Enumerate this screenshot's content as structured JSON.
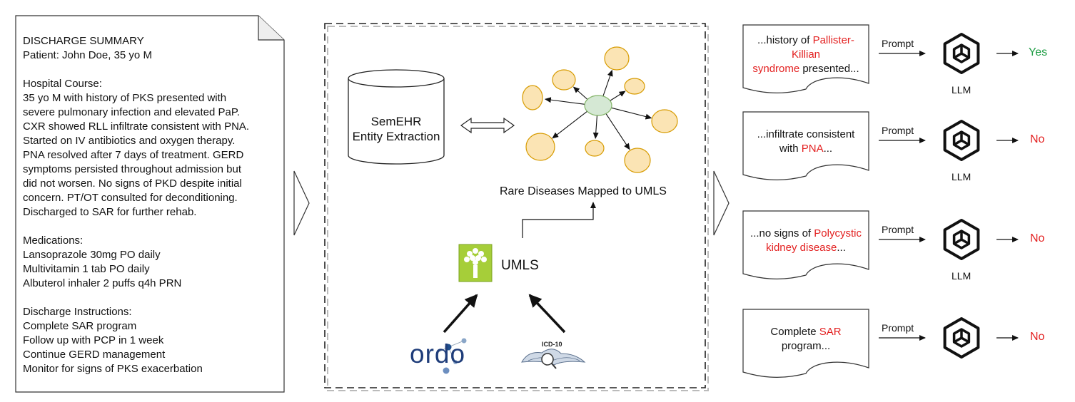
{
  "document": {
    "lines": [
      "DISCHARGE SUMMARY",
      "Patient: John Doe, 35 yo M",
      "",
      "Hospital Course:",
      "35 yo M with history of PKS presented with",
      "severe pulmonary infection and elevated PaP.",
      "CXR showed RLL infiltrate consistent with PNA.",
      "Started on IV antibiotics and oxygen therapy.",
      "PNA resolved after 7 days of treatment. GERD",
      "symptoms persisted throughout admission but",
      "did not worsen. No signs of PKD despite initial",
      "concern. PT/OT consulted for deconditioning.",
      "Discharged to SAR for further rehab.",
      "",
      "Medications:",
      "Lansoprazole 30mg PO daily",
      "Multivitamin 1 tab PO daily",
      "Albuterol inhaler 2 puffs q4h PRN",
      "",
      "Discharge Instructions:",
      "Complete SAR program",
      "Follow up with PCP in 1 week",
      "Continue GERD management",
      "Monitor for signs of PKS exacerbation"
    ]
  },
  "pipeline": {
    "semehr_line1": "SemEHR",
    "semehr_line2": "Entity Extraction",
    "graph_caption": "Rare Diseases Mapped to UMLS",
    "umls_label": "UMLS",
    "ordo_logo": "ordo",
    "icd_logo": "ICD-10"
  },
  "results": [
    {
      "lines": [
        [
          {
            "t": "...history of ",
            "c": "black"
          },
          {
            "t": "Pallister-",
            "c": "red"
          }
        ],
        [
          {
            "t": "Killian",
            "c": "red"
          }
        ],
        [
          {
            "t": "syndrome",
            "c": "red"
          },
          {
            "t": " presented...",
            "c": "black"
          }
        ]
      ],
      "prompt": "Prompt",
      "llm": "LLM",
      "answer": "Yes",
      "answer_color": "#1f9d45"
    },
    {
      "lines": [
        [
          {
            "t": "...infiltrate consistent",
            "c": "black"
          }
        ],
        [
          {
            "t": "with ",
            "c": "black"
          },
          {
            "t": "PNA",
            "c": "red"
          },
          {
            "t": "...",
            "c": "black"
          }
        ]
      ],
      "prompt": "Prompt",
      "llm": "LLM",
      "answer": "No",
      "answer_color": "#e32121"
    },
    {
      "lines": [
        [
          {
            "t": "...no signs of ",
            "c": "black"
          },
          {
            "t": "Polycystic",
            "c": "red"
          }
        ],
        [
          {
            "t": "kidney disease",
            "c": "red"
          },
          {
            "t": "...",
            "c": "black"
          }
        ]
      ],
      "prompt": "Prompt",
      "llm": "LLM",
      "answer": "No",
      "answer_color": "#e32121"
    },
    {
      "lines": [
        [
          {
            "t": "Complete ",
            "c": "black"
          },
          {
            "t": "SAR",
            "c": "red"
          }
        ],
        [
          {
            "t": "program...",
            "c": "black"
          }
        ]
      ],
      "prompt": "Prompt",
      "llm": "",
      "answer": "No",
      "answer_color": "#e32121"
    }
  ],
  "colors": {
    "red_text": "#e32121",
    "green_text": "#1f9d45",
    "node_fill": "#fbe4b4",
    "node_stroke": "#d79b00",
    "hub_fill": "#d5e8d4",
    "hub_stroke": "#82b366"
  }
}
